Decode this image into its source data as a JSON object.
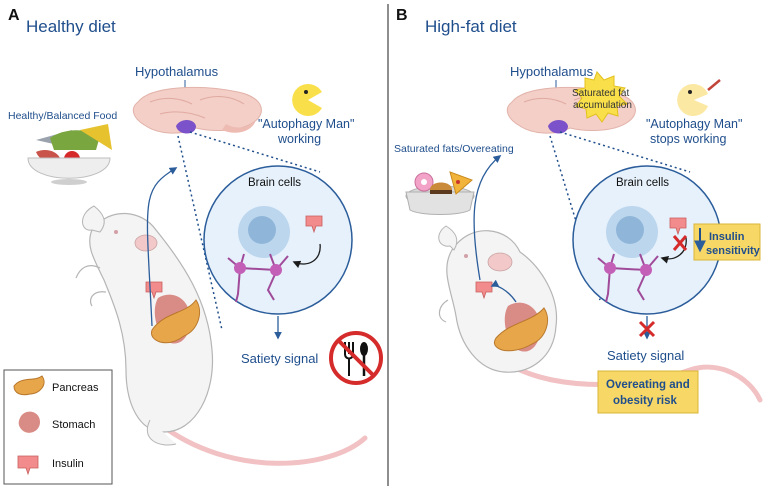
{
  "panel_a": {
    "letter": "A",
    "title": "Healthy diet",
    "hypothalamus": "Hypothalamus",
    "food_label": "Healthy/Balanced Food",
    "autophagy_line1": "\"Autophagy Man\"",
    "autophagy_line2": "working",
    "brain_cells": "Brain cells",
    "satiety": "Satiety signal"
  },
  "panel_b": {
    "letter": "B",
    "title": "High-fat diet",
    "hypothalamus": "Hypothalamus",
    "burst_line1": "Saturated fat",
    "burst_line2": "accumulation",
    "food_label": "Saturated fats/Overeating",
    "autophagy_line1": "\"Autophagy Man\"",
    "autophagy_line2": "stops working",
    "brain_cells": "Brain cells",
    "insulin_line1": "Insulin",
    "insulin_line2": "sensitivity",
    "satiety": "Satiety signal",
    "risk_line1": "Overeating and",
    "risk_line2": "obesity risk"
  },
  "legend": {
    "items": [
      {
        "label": "Pancreas",
        "icon": "pancreas-icon"
      },
      {
        "label": "Stomach",
        "icon": "stomach-icon"
      },
      {
        "label": "Insulin",
        "icon": "insulin-icon"
      }
    ]
  },
  "colors": {
    "title_blue": "#1f4e8c",
    "arrow_blue": "#2b5d9b",
    "brain_pink": "#f3cfc7",
    "hypothalamus_purple": "#7b52c9",
    "cell_circle": "#e6f1fb",
    "cell_nucleus": "#8fb6d9",
    "neuron_purple": "#a04a9a",
    "insulin_pink": "#f28b8b",
    "yellow_box": "#f7d766",
    "burst_yellow": "#f9e04b",
    "no_sign_red": "#d52b2b",
    "pancreas_orange": "#e7a64a",
    "stomach_pink": "#d98b86"
  }
}
